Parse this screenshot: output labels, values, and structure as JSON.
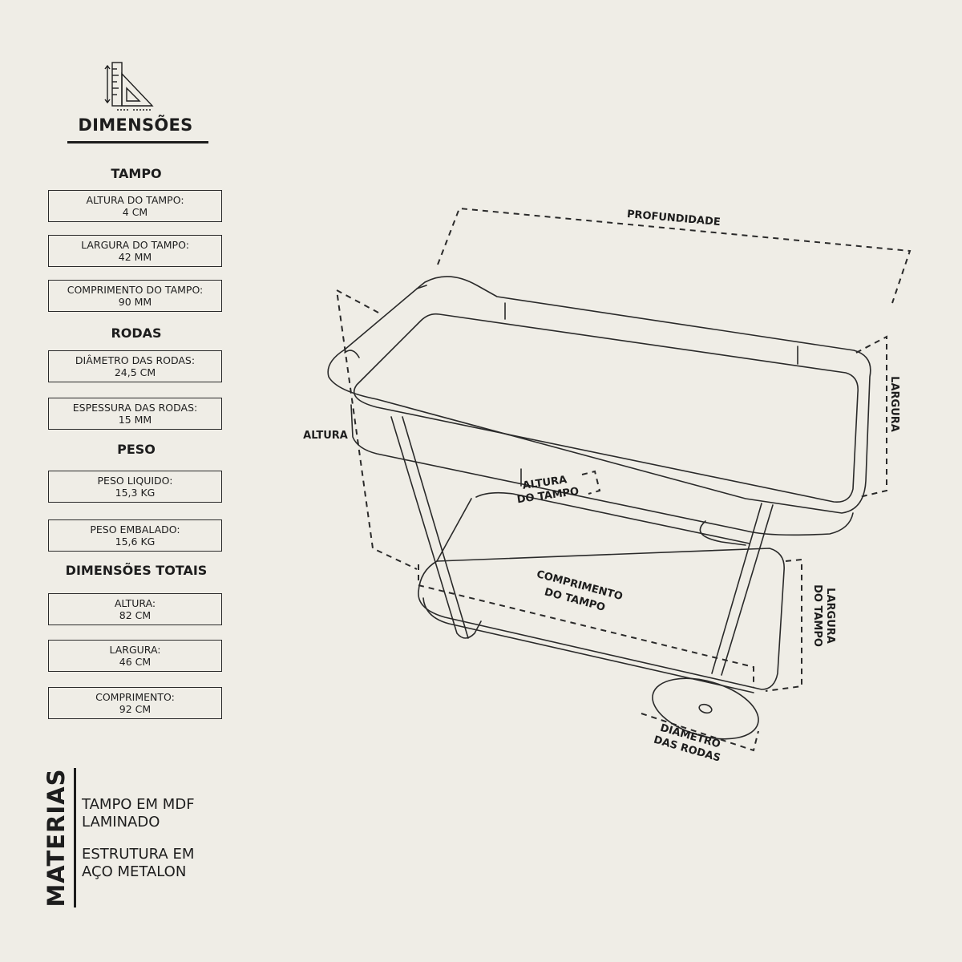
{
  "header": {
    "title": "DIMENSÕES"
  },
  "sections": {
    "tampo": {
      "title": "TAMPO",
      "specs": [
        {
          "label": "ALTURA DO TAMPO:",
          "value": "4 CM"
        },
        {
          "label": "LARGURA DO TAMPO:",
          "value": "42 MM"
        },
        {
          "label": "COMPRIMENTO DO TAMPO:",
          "value": "90 MM"
        }
      ]
    },
    "rodas": {
      "title": "RODAS",
      "specs": [
        {
          "label": "DIÂMETRO DAS RODAS:",
          "value": "24,5 CM"
        },
        {
          "label": "ESPESSURA DAS RODAS:",
          "value": "15 MM"
        }
      ]
    },
    "peso": {
      "title": "PESO",
      "specs": [
        {
          "label": "PESO LIQUIDO:",
          "value": "15,3 KG"
        },
        {
          "label": "PESO EMBALADO:",
          "value": "15,6 KG"
        }
      ]
    },
    "totais": {
      "title": "DIMENSÕES TOTAIS",
      "specs": [
        {
          "label": "ALTURA:",
          "value": "82 CM"
        },
        {
          "label": "LARGURA:",
          "value": "46 CM"
        },
        {
          "label": "COMPRIMENTO:",
          "value": "92 CM"
        }
      ]
    }
  },
  "materials": {
    "title": "MATERIAS",
    "items": [
      {
        "line1": "TAMPO EM MDF",
        "line2": "LAMINADO"
      },
      {
        "line1": "ESTRUTURA EM",
        "line2": "AÇO METALON"
      }
    ]
  },
  "diagram": {
    "profundidade": "PROFUNDIDADE",
    "largura": "LARGURA",
    "altura": "ALTURA",
    "altura_tampo": {
      "line1": "ALTURA",
      "line2": "DO TAMPO"
    },
    "comprimento_tampo": {
      "line1": "COMPRIMENTO",
      "line2": "DO TAMPO"
    },
    "largura_tampo": {
      "line1": "LARGURA",
      "line2": "DO TAMPO"
    },
    "diametro_rodas": {
      "line1": "DIÂMETRO",
      "line2": "DAS RODAS"
    }
  }
}
